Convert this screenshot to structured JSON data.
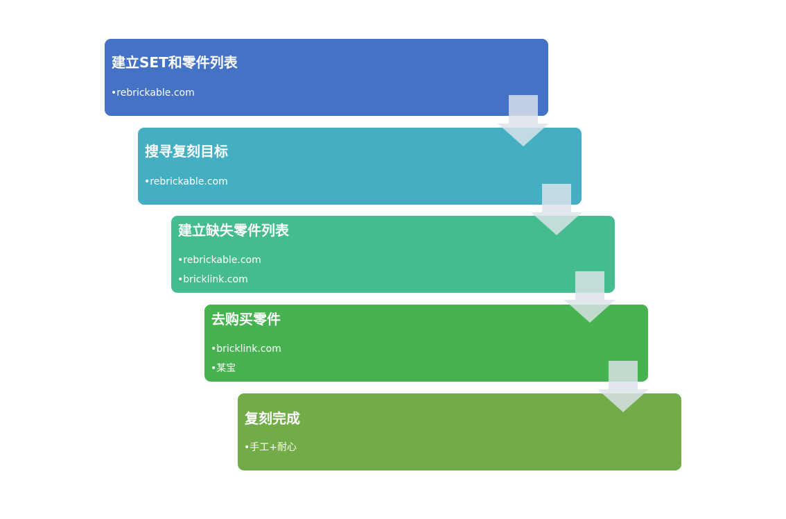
{
  "colors": {
    "step1": "#4472c4",
    "step2": "#44afc2",
    "step3": "#44bc8d",
    "step4": "#46b350",
    "step5": "#71ac48",
    "arrow": "#dde3ea"
  },
  "steps": [
    {
      "title": "建立SET和零件列表",
      "bullets": [
        "•rebrickable.com"
      ]
    },
    {
      "title": "搜寻复刻目标",
      "bullets": [
        "•rebrickable.com"
      ]
    },
    {
      "title": "建立缺失零件列表",
      "bullets": [
        "•rebrickable.com",
        "•bricklink.com"
      ]
    },
    {
      "title": "去购买零件",
      "bullets": [
        "•bricklink.com",
        "•某宝"
      ]
    },
    {
      "title": "复刻完成",
      "bullets": [
        "•手工+耐心"
      ]
    }
  ]
}
